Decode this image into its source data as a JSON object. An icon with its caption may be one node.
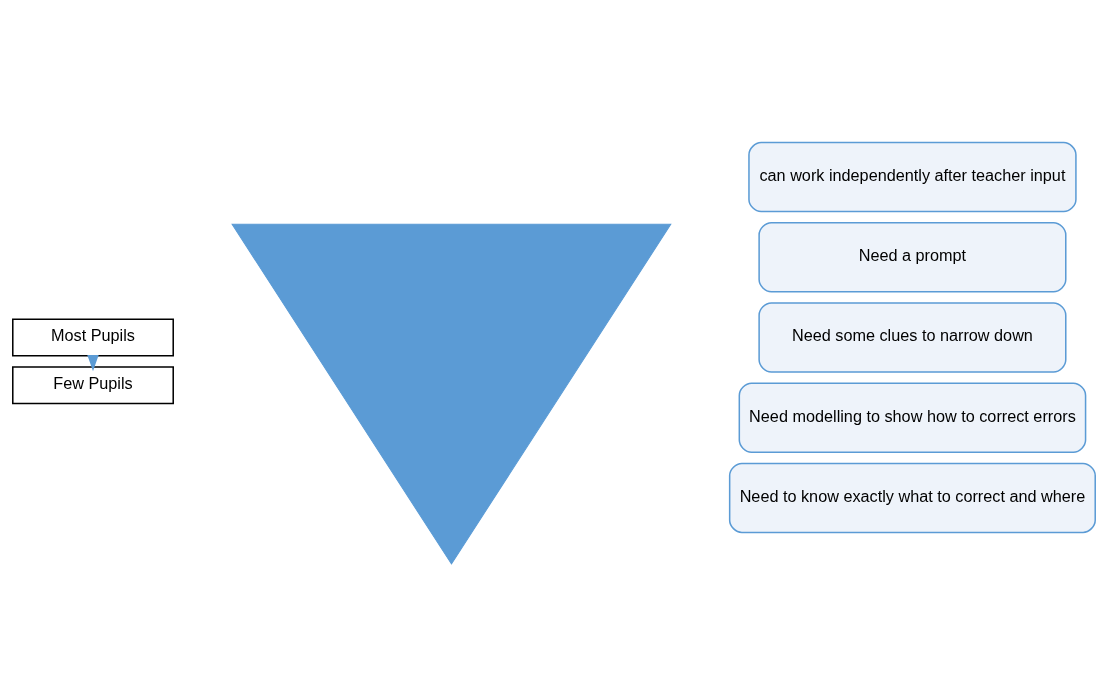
{
  "diagram": {
    "nodes": [
      {
        "text": [
          "Most Pupils"
        ]
      },
      {
        "text": [
          "Few Pupils"
        ]
      },
      {
        "text": [],
        "shape": "triangle"
      },
      {
        "text": [
          "can work independently after teacher input"
        ]
      },
      {
        "text": [
          "Need a prompt"
        ]
      },
      {
        "text": [
          "Need some clues to narrow down"
        ]
      },
      {
        "text": [
          "Need modelling to show how to correct errors"
        ]
      },
      {
        "text": [
          "Need to know exactly what to correct and where"
        ]
      }
    ],
    "edges": [
      {
        "from": 0,
        "to": 1,
        "arrow": "to",
        "color": "#5b9bd5"
      }
    ]
  }
}
